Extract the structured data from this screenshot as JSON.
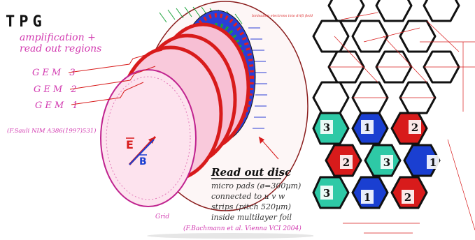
{
  "left_panel": {
    "title": "TPG",
    "subtitle_line1": "amplification +",
    "subtitle_line2": "read out regions",
    "gem_labels": [
      "GEM 3",
      "GEM 2",
      "GEM 1"
    ],
    "reference_left": "(F.Sauli NIM A386(1997)531)",
    "vector_e": "E",
    "vector_b": "B",
    "grid_label": "Grid",
    "readout_heading": "Read out disc",
    "readout_line1": "micro pads (ø=300µm)",
    "readout_line2": "connected to u v w",
    "readout_line3": "strips (pitch 520µm)",
    "readout_line4": "inside multilayer foil",
    "readout_reference": "(F.Bachmann et al. Vienna VCI 2004)",
    "top_annotation": "Ionisation electrons into drift field"
  },
  "right_panel": {
    "pad_numbers": [
      "3",
      "1",
      "2",
      "2",
      "3",
      "1",
      "3",
      "1",
      "2"
    ],
    "pad_colors": {
      "1": "#1a3fd1",
      "2": "#d81b1b",
      "3": "#2ec9a6"
    }
  }
}
